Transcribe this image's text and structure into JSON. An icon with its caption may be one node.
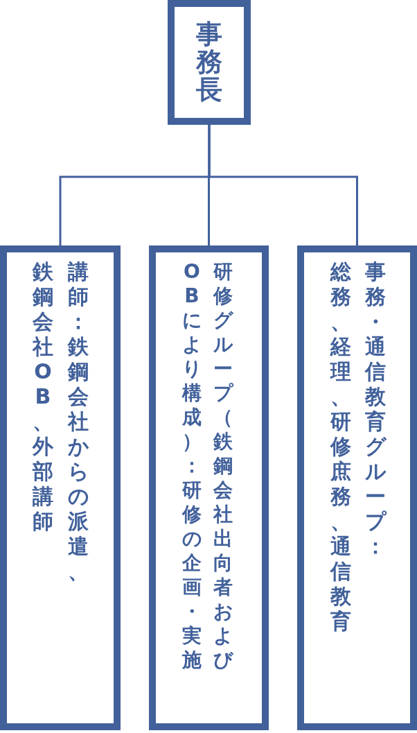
{
  "diagram": {
    "nodes": [
      {
        "text": [
          "事務長"
        ]
      },
      {
        "text": [
          "講師：鉄鋼会社からの派遣、鉄鋼会社OB、外部講師"
        ]
      },
      {
        "text": [
          "研修グループ（鉄鋼会社出向者およびOBにより構成）：研修の企画・実施"
        ]
      },
      {
        "text": [
          "事務・通信教育グループ：総務、経理、研修庶務、通信教育"
        ]
      }
    ],
    "edges": [
      {
        "from": 0,
        "to": 1,
        "arrow": "none"
      },
      {
        "from": 0,
        "to": 2,
        "arrow": "none"
      },
      {
        "from": 0,
        "to": 3,
        "arrow": "none"
      }
    ]
  }
}
